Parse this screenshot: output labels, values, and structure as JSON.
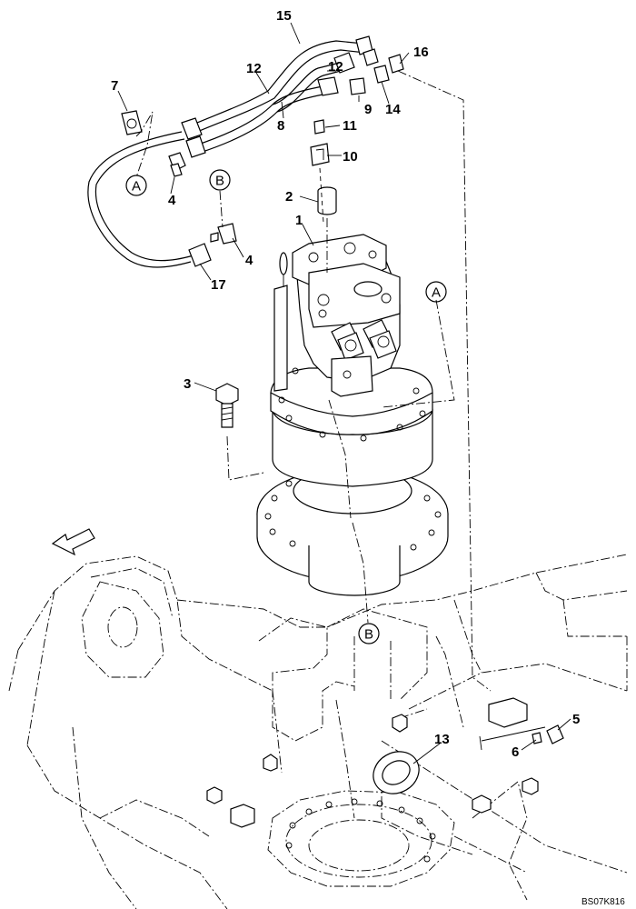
{
  "diagram": {
    "callouts": {
      "c1": "1",
      "c2": "2",
      "c3": "3",
      "c4a": "4",
      "c4b": "4",
      "c5": "5",
      "c6": "6",
      "c7": "7",
      "c8": "8",
      "c9": "9",
      "c10": "10",
      "c11": "11",
      "c12a": "12",
      "c12b": "12",
      "c13": "13",
      "c14": "14",
      "c15": "15",
      "c16": "16",
      "c17": "17"
    },
    "refs": {
      "a_left": "A",
      "a_right": "A",
      "b_top": "B",
      "b_bottom": "B"
    },
    "figure_code": "BS07K816"
  }
}
